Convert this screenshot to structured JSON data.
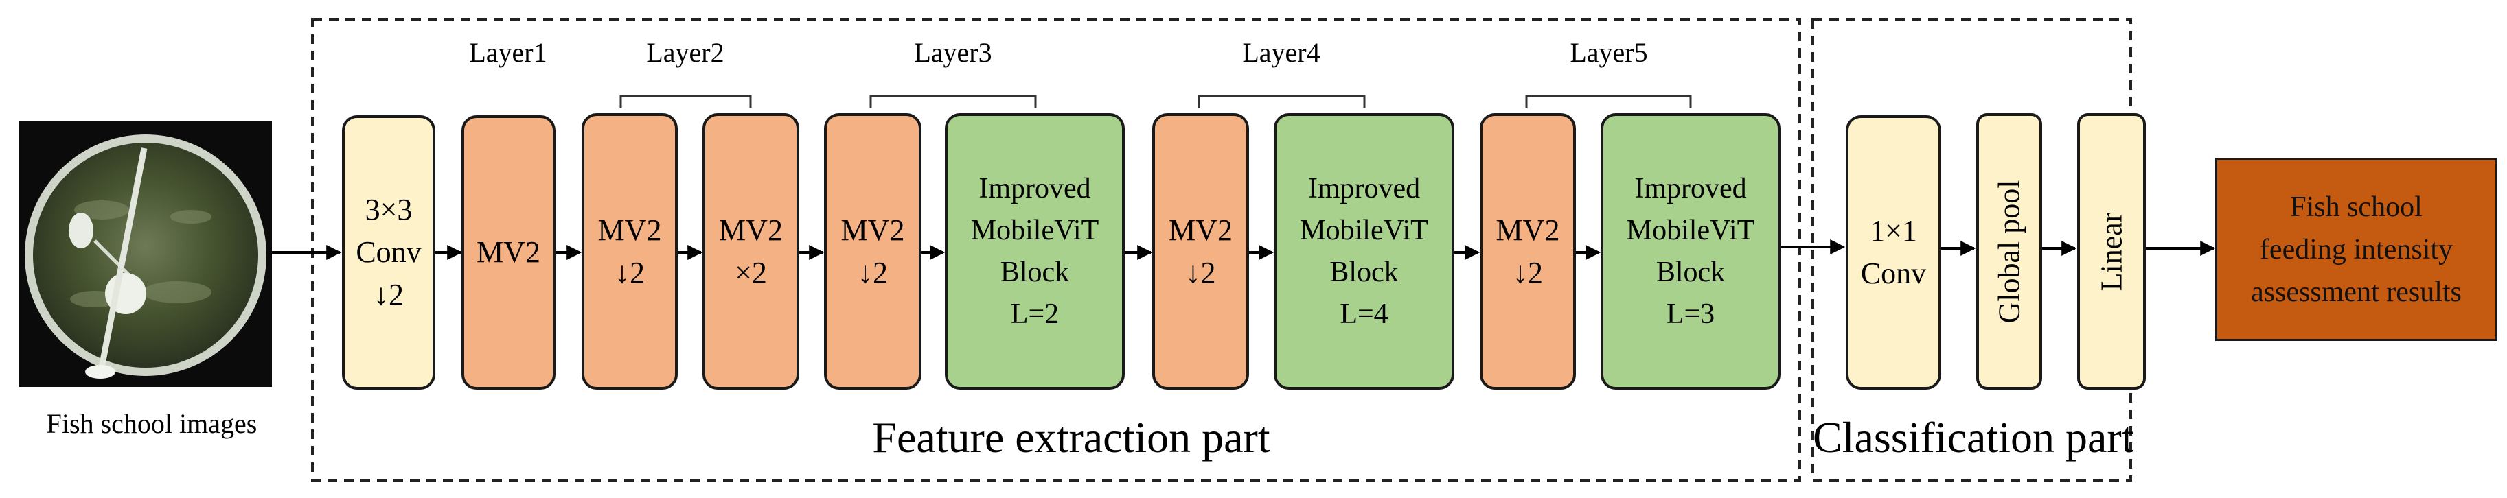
{
  "input": {
    "caption": "Fish school images"
  },
  "layers": {
    "layer1": "Layer1",
    "layer2": "Layer2",
    "layer3": "Layer3",
    "layer4": "Layer4",
    "layer5": "Layer5"
  },
  "blocks": {
    "conv3": "3×3\nConv\n↓2",
    "mv2_l1": "MV2",
    "mv2_l2a": "MV2\n↓2",
    "mv2_l2b": "MV2\n×2",
    "mv2_l3": "MV2\n↓2",
    "vit_l3": "Improved\nMobileViT\nBlock\nL=2",
    "mv2_l4": "MV2\n↓2",
    "vit_l4": "Improved\nMobileViT\nBlock\nL=4",
    "mv2_l5": "MV2\n↓2",
    "vit_l5": "Improved\nMobileViT\nBlock\nL=3",
    "conv1": "1×1\nConv",
    "global_pool": "Global pool",
    "linear": "Linear"
  },
  "output": {
    "label": "Fish school\nfeeding intensity\nassessment results"
  },
  "sections": {
    "feature": "Feature extraction part",
    "classification": "Classification part"
  },
  "colors": {
    "cream": "#fef2cb",
    "orange": "#f4b183",
    "green": "#a9d18e",
    "output": "#c55a11"
  }
}
